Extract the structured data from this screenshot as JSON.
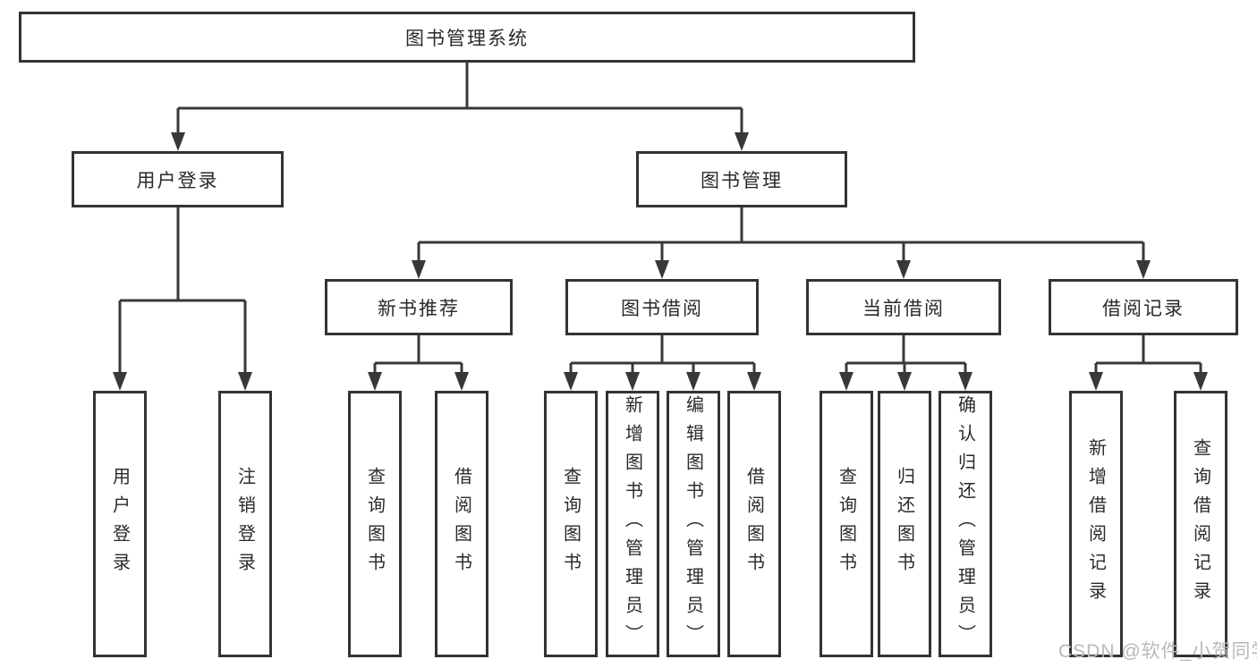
{
  "tree": {
    "root": {
      "label": "图书管理系统",
      "children": [
        {
          "label": "用户登录",
          "children": [
            {
              "label": "用户登录"
            },
            {
              "label": "注销登录"
            }
          ]
        },
        {
          "label": "图书管理",
          "children": [
            {
              "label": "新书推荐",
              "children": [
                {
                  "label": "查询图书"
                },
                {
                  "label": "借阅图书"
                }
              ]
            },
            {
              "label": "图书借阅",
              "children": [
                {
                  "label": "查询图书"
                },
                {
                  "label": "新增图书（管理员）"
                },
                {
                  "label": "编辑图书（管理员）"
                },
                {
                  "label": "借阅图书"
                }
              ]
            },
            {
              "label": "当前借阅",
              "children": [
                {
                  "label": "查询图书"
                },
                {
                  "label": "归还图书"
                },
                {
                  "label": "确认归还（管理员）"
                }
              ]
            },
            {
              "label": "借阅记录",
              "children": [
                {
                  "label": "新增借阅记录"
                },
                {
                  "label": "查询借阅记录"
                }
              ]
            }
          ]
        }
      ]
    }
  },
  "watermark": {
    "text": "CSDN @软件_小贺同学"
  },
  "colors": {
    "line": "#383838",
    "box_border": "#333333",
    "text": "#2a2a2a",
    "watermark": "#b9b9b9",
    "background": "#ffffff"
  }
}
